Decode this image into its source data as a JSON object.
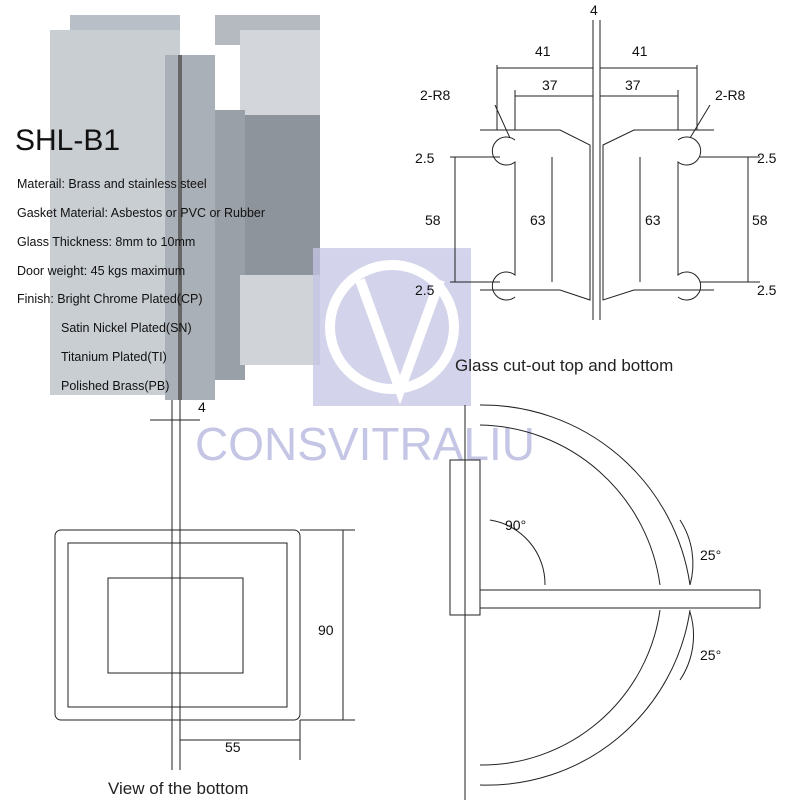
{
  "product": {
    "model": "SHL-B1",
    "specs": [
      "Materail: Brass and stainless steel",
      "Gasket Material: Asbestos or PVC or Rubber",
      "Glass Thickness: 8mm to 10mm",
      "Door weight: 45 kgs maximum",
      "Finish: Bright Chrome Plated(CP)",
      "Satin Nickel Plated(SN)",
      "Titanium Plated(TI)",
      "Polished Brass(PB)"
    ]
  },
  "cutout_diagram": {
    "caption": "Glass cut-out top and bottom",
    "dims": {
      "gap": "4",
      "left_outer": "41",
      "right_outer": "41",
      "left_inner": "37",
      "right_inner": "37",
      "radius_left": "2-R8",
      "radius_right": "2-R8",
      "top_left": "2.5",
      "top_right": "2.5",
      "height_left": "58",
      "height_right": "58",
      "inner_left": "63",
      "inner_right": "63",
      "bottom_left": "2.5",
      "bottom_right": "2.5"
    }
  },
  "bottom_view": {
    "caption": "View of the bottom",
    "dims": {
      "gap": "4",
      "height": "90",
      "width": "55"
    }
  },
  "rotation_diagram": {
    "angle_main": "90°",
    "angle_top": "25°",
    "angle_bottom": "25°"
  },
  "watermark": {
    "text": "CONSVITRALIU",
    "color": "#c5c5e6"
  }
}
